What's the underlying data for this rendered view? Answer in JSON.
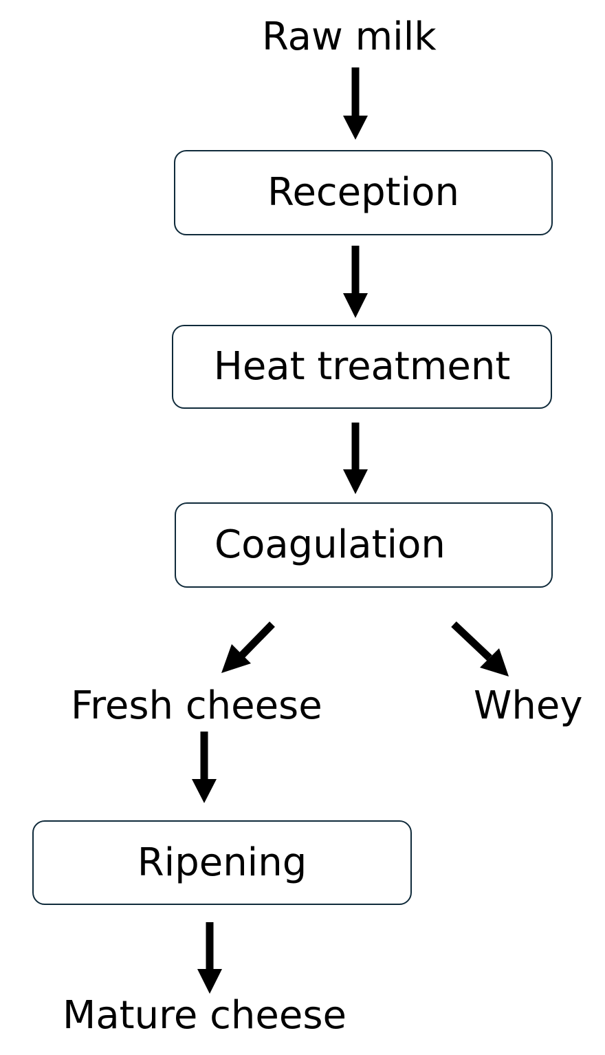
{
  "diagram": {
    "start_label": "Raw milk",
    "steps": {
      "reception": "Reception",
      "heat_treatment": "Heat treatment",
      "coagulation": "Coagulation",
      "ripening": "Ripening"
    },
    "outputs": {
      "fresh_cheese": "Fresh cheese",
      "whey": "Whey",
      "mature_cheese": "Mature cheese"
    },
    "colors": {
      "box_border": "#0f2a3a",
      "arrow": "#000000",
      "text": "#000000"
    }
  }
}
